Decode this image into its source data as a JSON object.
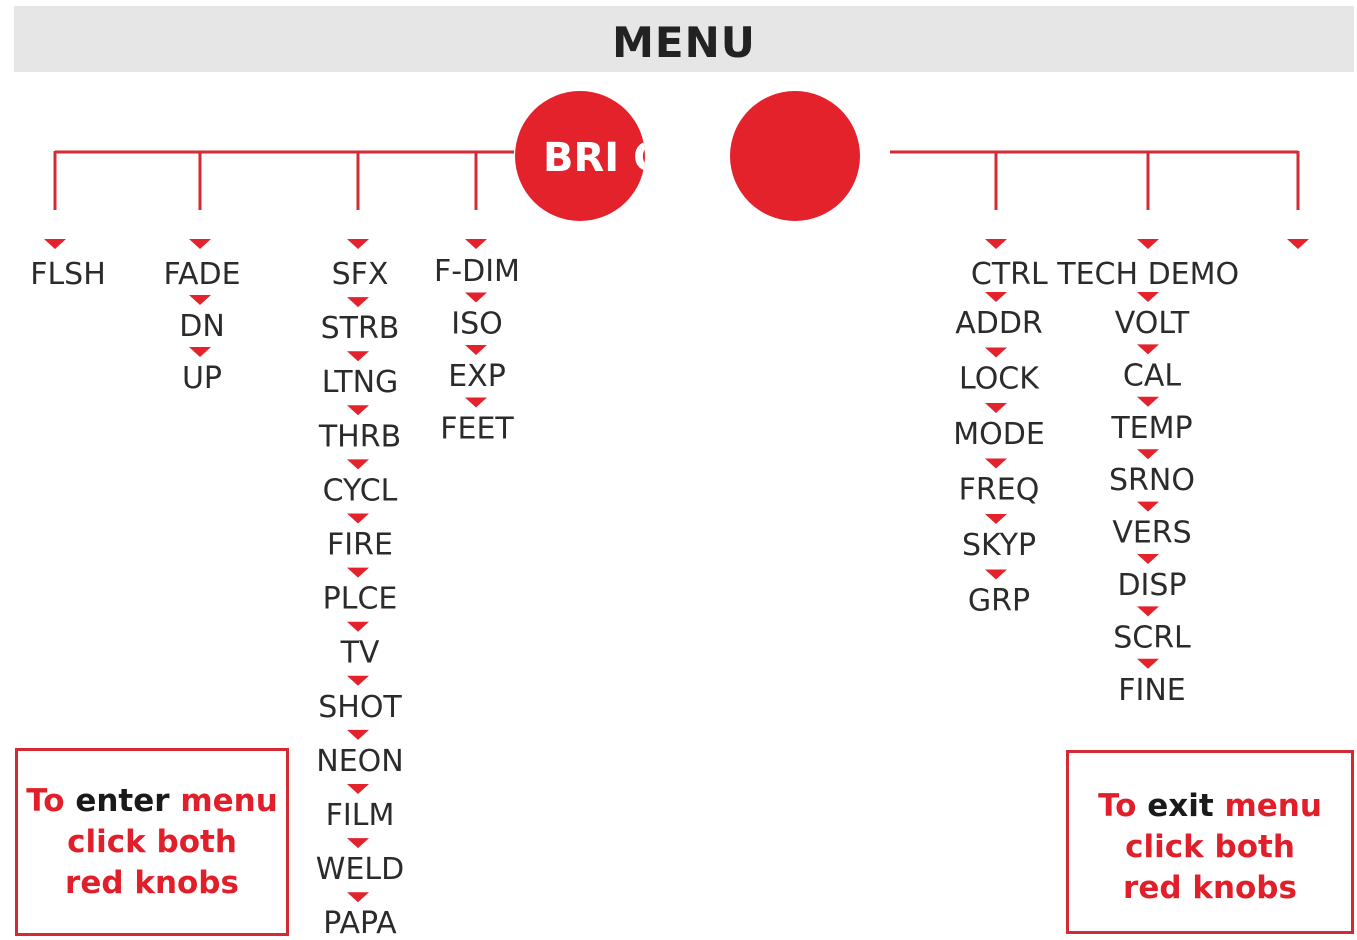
{
  "header": {
    "title": "MENU"
  },
  "colors": {
    "accent": "#e3222c",
    "line": "#d32a33",
    "header_bg": "#e6e6e6",
    "text": "#2b2b2b"
  },
  "knobs": {
    "left_label": "BRI C"
  },
  "left_tree": {
    "columns": [
      {
        "items": [
          "FLSH"
        ]
      },
      {
        "items": [
          "FADE",
          "DN",
          "UP"
        ]
      },
      {
        "items": [
          "SFX",
          "STRB",
          "LTNG",
          "THRB",
          "CYCL",
          "FIRE",
          "PLCE",
          "TV",
          "SHOT",
          "NEON",
          "FILM",
          "WELD",
          "PAPA"
        ]
      },
      {
        "items": [
          "F-DIM",
          "ISO",
          "EXP",
          "FEET"
        ]
      }
    ]
  },
  "right_tree": {
    "top_row": "CTRL TECH DEMO",
    "columns": [
      {
        "items": [
          "ADDR",
          "LOCK",
          "MODE",
          "FREQ",
          "SKYP",
          "GRP"
        ]
      },
      {
        "items": [
          "VOLT",
          "CAL",
          "TEMP",
          "SRNO",
          "VERS",
          "DISP",
          "SCRL",
          "FINE"
        ]
      },
      {
        "items": []
      }
    ]
  },
  "notes": {
    "enter": {
      "line1_a": "To",
      "line1_b": "enter",
      "line1_c": "menu",
      "line2": "click both",
      "line3": "red knobs"
    },
    "exit": {
      "line1_a": "To",
      "line1_b": "exit",
      "line1_c": "menu",
      "line2": "click both",
      "line3": "red knobs"
    }
  }
}
